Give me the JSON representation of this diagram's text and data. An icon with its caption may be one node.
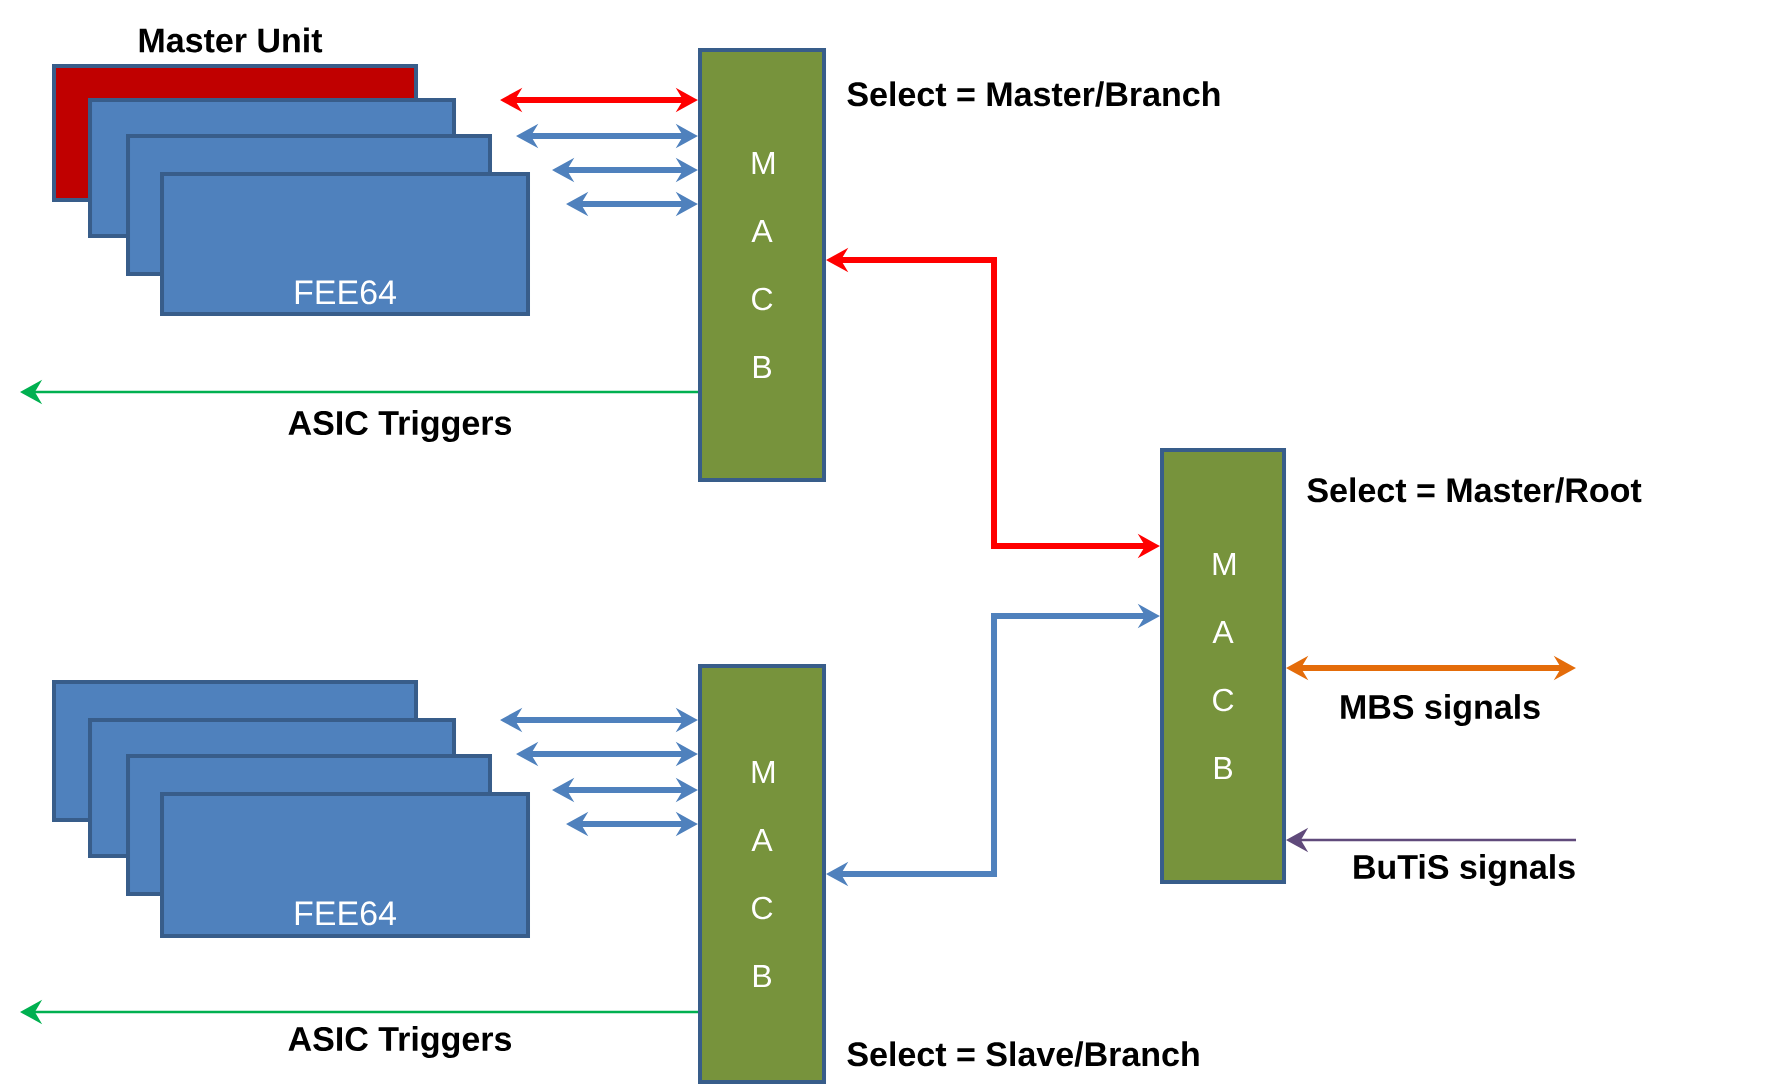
{
  "diagram": {
    "nodes": [
      {
        "text": [
          "Master Unit"
        ]
      },
      {
        "text": [],
        "shape": "box"
      },
      {
        "text": [],
        "shape": "box"
      },
      {
        "text": [
          "FEE64"
        ]
      },
      {
        "text": [
          "M A C B"
        ],
        "beside": [
          "Select = Master/Branch"
        ]
      },
      {
        "text": [
          "M A C B"
        ],
        "beside": [
          "Select = Master/Root"
        ]
      },
      {
        "text": [],
        "shape": "box"
      },
      {
        "text": [],
        "shape": "box"
      },
      {
        "text": [],
        "shape": "box"
      },
      {
        "text": [
          "FEE64"
        ]
      },
      {
        "text": [
          "M A C B"
        ],
        "beside": [
          "Select = Slave/Branch"
        ]
      }
    ],
    "edges": [
      {
        "from": null,
        "to": 4,
        "arrow": "both",
        "color": "#ff0000"
      },
      {
        "from": null,
        "to": 4,
        "arrow": "both"
      },
      {
        "from": null,
        "to": 4,
        "arrow": "both"
      },
      {
        "from": null,
        "to": 4,
        "arrow": "both"
      },
      {
        "from": 4,
        "to": null,
        "arrow": "to",
        "label": "ASIC Triggers",
        "color": "#00b050"
      },
      {
        "from": 5,
        "to": 4,
        "arrow": "both",
        "color": "#ff0000"
      },
      {
        "from": 10,
        "to": 5,
        "arrow": "both"
      },
      {
        "from": 5,
        "to": null,
        "arrow": "both",
        "label": "MBS signals",
        "color": "#e46c0a"
      },
      {
        "from": null,
        "to": 5,
        "arrow": "to",
        "label": "BuTiS signals",
        "color": "#604a7b"
      },
      {
        "from": null,
        "to": 10,
        "arrow": "both"
      },
      {
        "from": null,
        "to": 10,
        "arrow": "both"
      },
      {
        "from": null,
        "to": 10,
        "arrow": "both"
      },
      {
        "from": null,
        "to": 10,
        "arrow": "both"
      },
      {
        "from": 10,
        "to": null,
        "arrow": "to",
        "label": "ASIC Triggers",
        "color": "#00b050"
      }
    ]
  }
}
